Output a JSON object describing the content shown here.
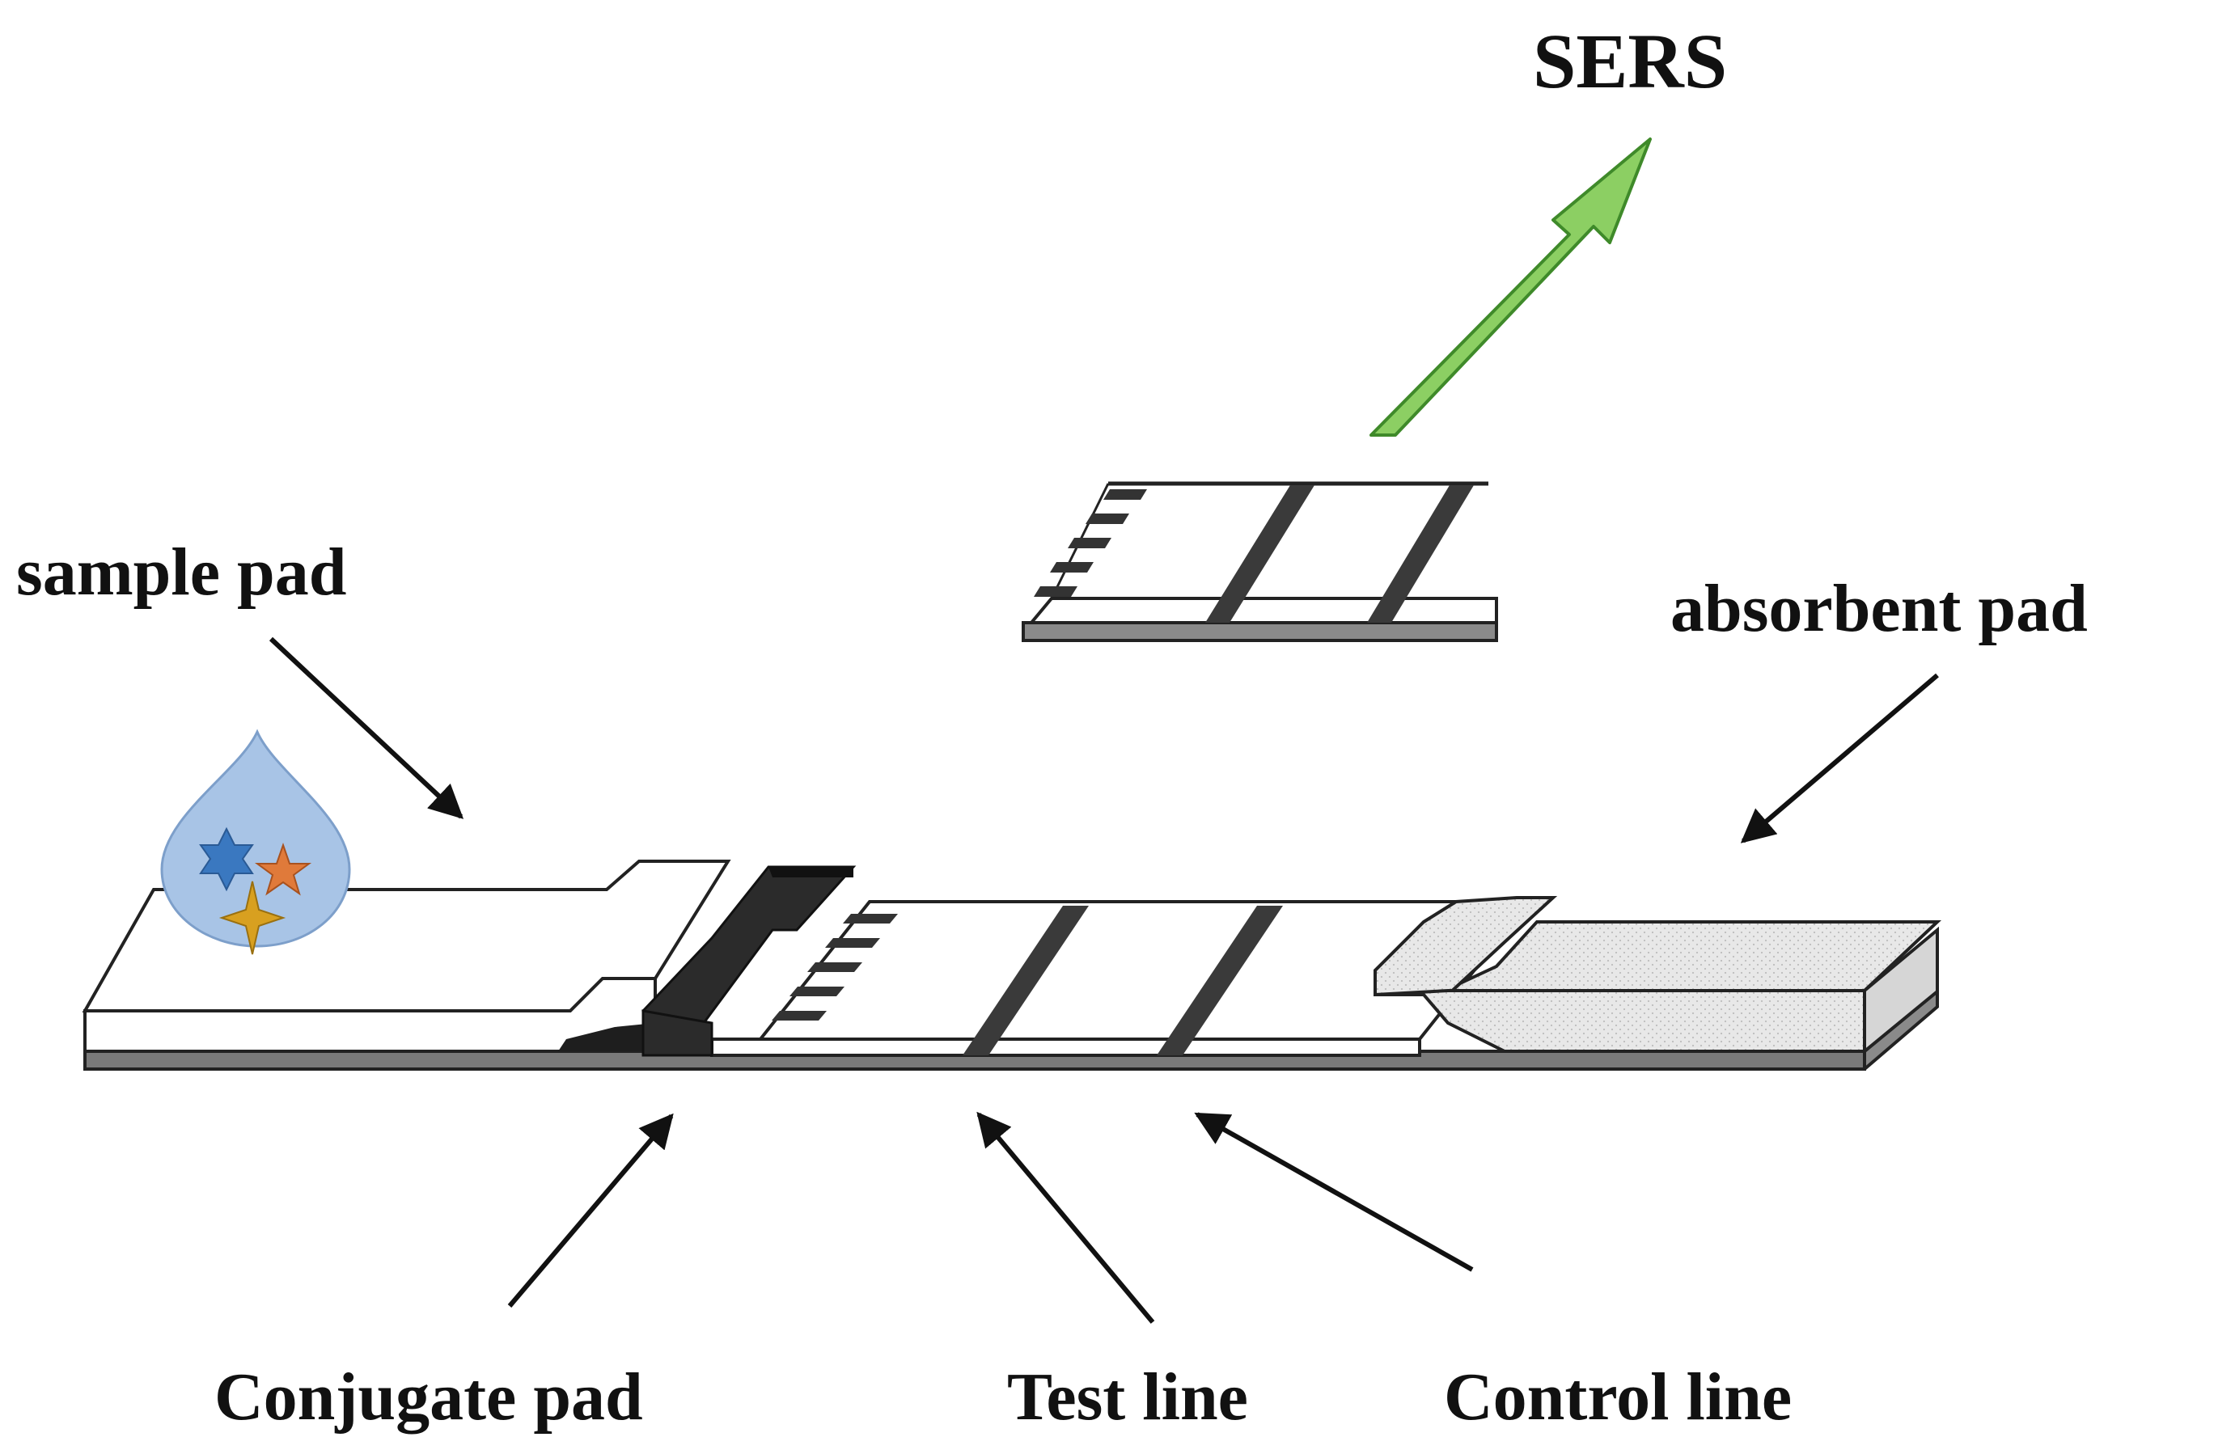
{
  "labels": {
    "sers": "SERS",
    "sample_pad": "sample pad",
    "absorbent_pad": "absorbent pad",
    "conjugate_pad": "Conjugate pad",
    "test_line": "Test line",
    "control_line": "Control line"
  },
  "colors": {
    "sers_arrow_fill": "#8ccf63",
    "sers_arrow_stroke": "#3f8a2a",
    "strip_outline": "#222222",
    "backing_card": "#8a8a8a",
    "conjugate_pad": "#2b2b2b",
    "absorbent_pad": "#e6e6e6",
    "droplet": "#a8c4e6",
    "star_blue": "#3a78c0",
    "star_orange": "#e07a3a",
    "star_gold": "#d8a020"
  },
  "icons": {
    "droplet": "sample-droplet-icon",
    "sers_arrow": "sers-signal-arrow-icon"
  }
}
